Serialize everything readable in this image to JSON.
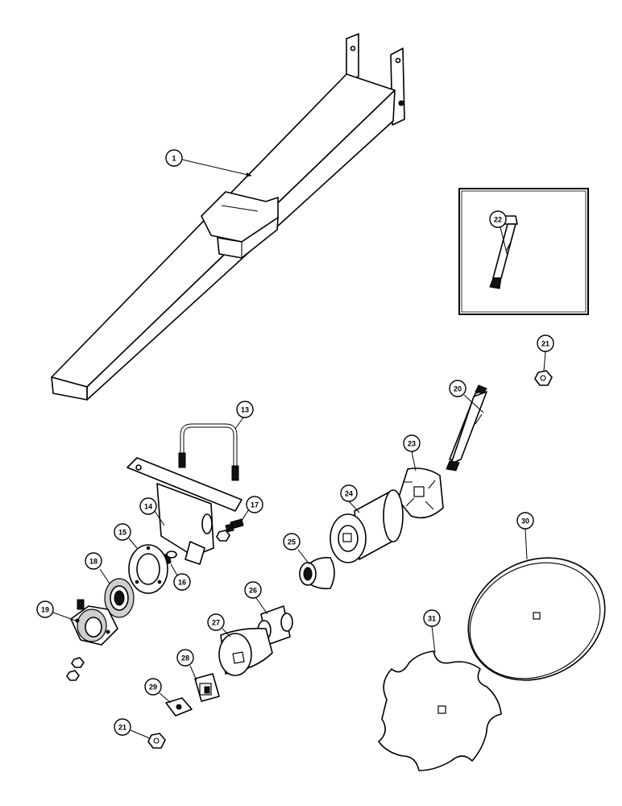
{
  "callouts": {
    "c1": "1",
    "c13": "13",
    "c14": "14",
    "c15": "15",
    "c16": "16",
    "c17": "17",
    "c18": "18",
    "c19": "19",
    "c20": "20",
    "c21a": "21",
    "c21b": "21",
    "c22": "22",
    "c23": "23",
    "c24": "24",
    "c25": "25",
    "c26": "26",
    "c27": "27",
    "c28": "28",
    "c29": "29",
    "c30": "30",
    "c31": "31"
  }
}
